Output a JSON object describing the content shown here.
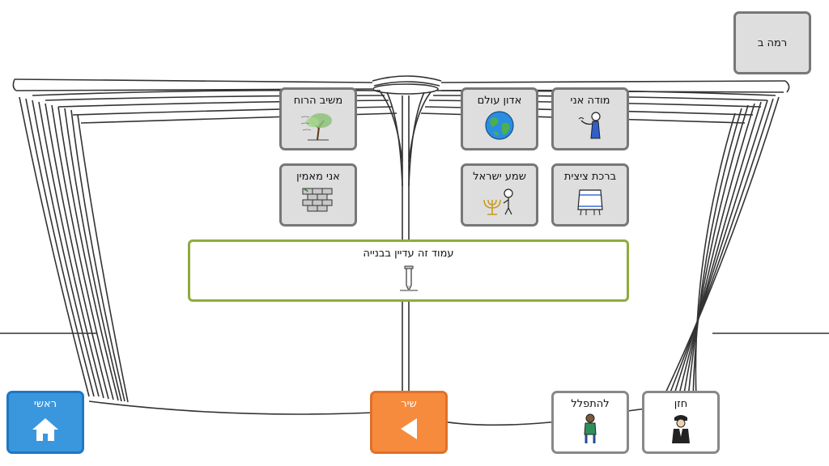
{
  "level_button": {
    "label": "רמה ב"
  },
  "tiles": {
    "moda_ani": {
      "label": "מודה אני",
      "icon": "person-gesturing-icon"
    },
    "adon_olam": {
      "label": "אדון עולם",
      "icon": "globe-icon"
    },
    "mashiv_haruach": {
      "label": "משיב הרוח",
      "icon": "windy-tree-icon"
    },
    "birkat_tzitzit": {
      "label": "ברכת ציצית",
      "icon": "tallit-icon"
    },
    "shema_yisrael": {
      "label": "שמע ישראל",
      "icon": "menorah-person-icon"
    },
    "ani_maamin": {
      "label": "אני מאמין",
      "icon": "western-wall-icon"
    }
  },
  "banner": {
    "label": "עמוד זה עדיין בבנייה",
    "icon": "under-construction-icon"
  },
  "home_button": {
    "label": "ראשי",
    "icon": "home-icon",
    "color": "#3a97de"
  },
  "song_button": {
    "label": "שיר",
    "icon": "back-arrow-icon",
    "color": "#f68b3d"
  },
  "bottom_tiles": {
    "lehitpalel": {
      "label": "להתפלל",
      "icon": "praying-boy-icon"
    },
    "chazan": {
      "label": "חזן",
      "icon": "cantor-icon"
    }
  }
}
